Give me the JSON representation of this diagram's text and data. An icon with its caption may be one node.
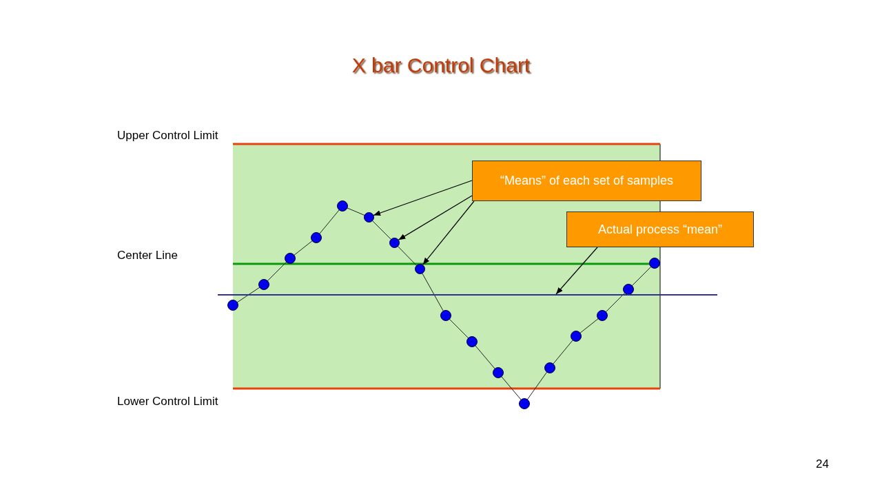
{
  "diagram": {
    "title": "X bar Control Chart",
    "nodes": [
      {
        "text": [
          "“Means” of each set of samples"
        ]
      },
      {
        "text": [
          "Actual process “mean”"
        ]
      },
      {
        "text": [],
        "shape": "circle"
      },
      {
        "text": [],
        "shape": "circle"
      },
      {
        "text": [],
        "shape": "circle"
      },
      {
        "text": [],
        "shape": "line"
      }
    ],
    "edges": [
      {
        "from": 0,
        "to": 2,
        "arrow": "to"
      },
      {
        "from": 0,
        "to": 3,
        "arrow": "to"
      },
      {
        "from": 0,
        "to": 4,
        "arrow": "to"
      },
      {
        "from": 1,
        "to": 5,
        "arrow": "to"
      }
    ],
    "labels": [
      "Upper Control Limit",
      "Center Line",
      "Lower Control Limit",
      "24"
    ]
  }
}
